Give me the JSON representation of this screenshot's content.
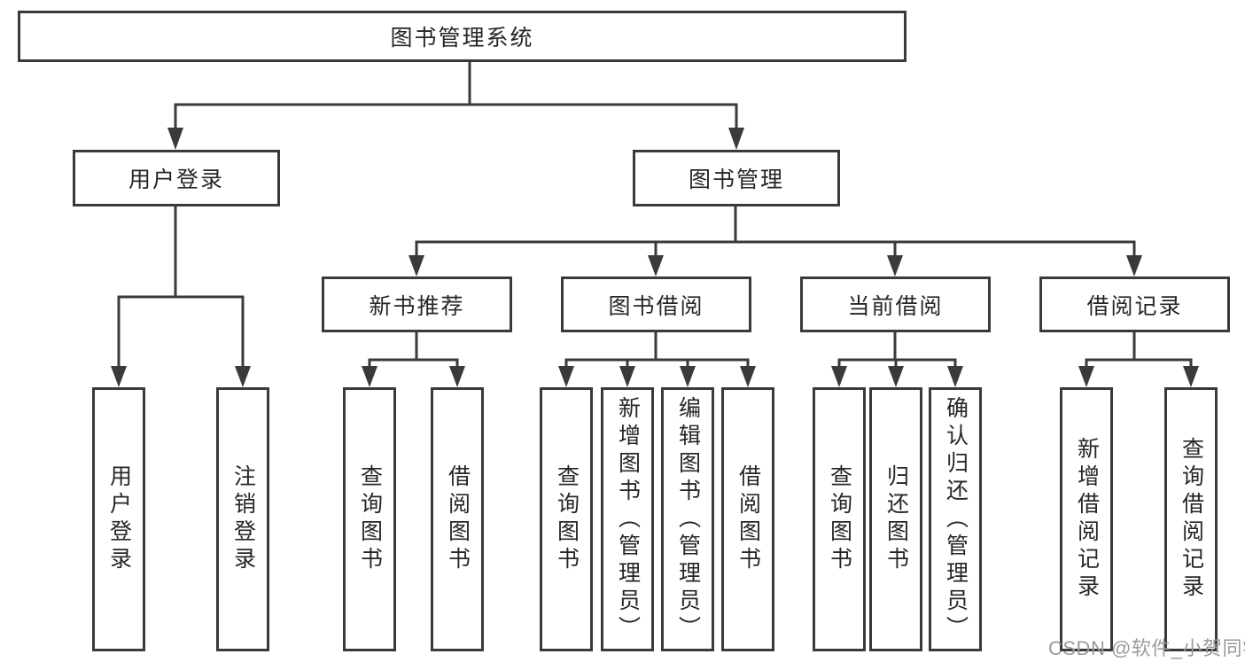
{
  "colors": {
    "line": "#3a3a3a",
    "box_border": "#3a3a3a",
    "text": "#262626",
    "background": "#ffffff",
    "watermark": "#9a9a9a"
  },
  "watermark": {
    "text": "CSDN @软件_小贺同学"
  },
  "tree": {
    "root": {
      "label": "图书管理系统",
      "children": [
        {
          "label": "用户登录",
          "children": [
            {
              "label": "用户登录"
            },
            {
              "label": "注销登录"
            }
          ]
        },
        {
          "label": "图书管理",
          "children": [
            {
              "label": "新书推荐",
              "children": [
                {
                  "label": "查询图书"
                },
                {
                  "label": "借阅图书"
                }
              ]
            },
            {
              "label": "图书借阅",
              "children": [
                {
                  "label": "查询图书"
                },
                {
                  "label": "新增图书（管理员）"
                },
                {
                  "label": "编辑图书（管理员）"
                },
                {
                  "label": "借阅图书"
                }
              ]
            },
            {
              "label": "当前借阅",
              "children": [
                {
                  "label": "查询图书"
                },
                {
                  "label": "归还图书"
                },
                {
                  "label": "确认归还（管理员）"
                }
              ]
            },
            {
              "label": "借阅记录",
              "children": [
                {
                  "label": "新增借阅记录"
                },
                {
                  "label": "查询借阅记录"
                }
              ]
            }
          ]
        }
      ]
    }
  }
}
